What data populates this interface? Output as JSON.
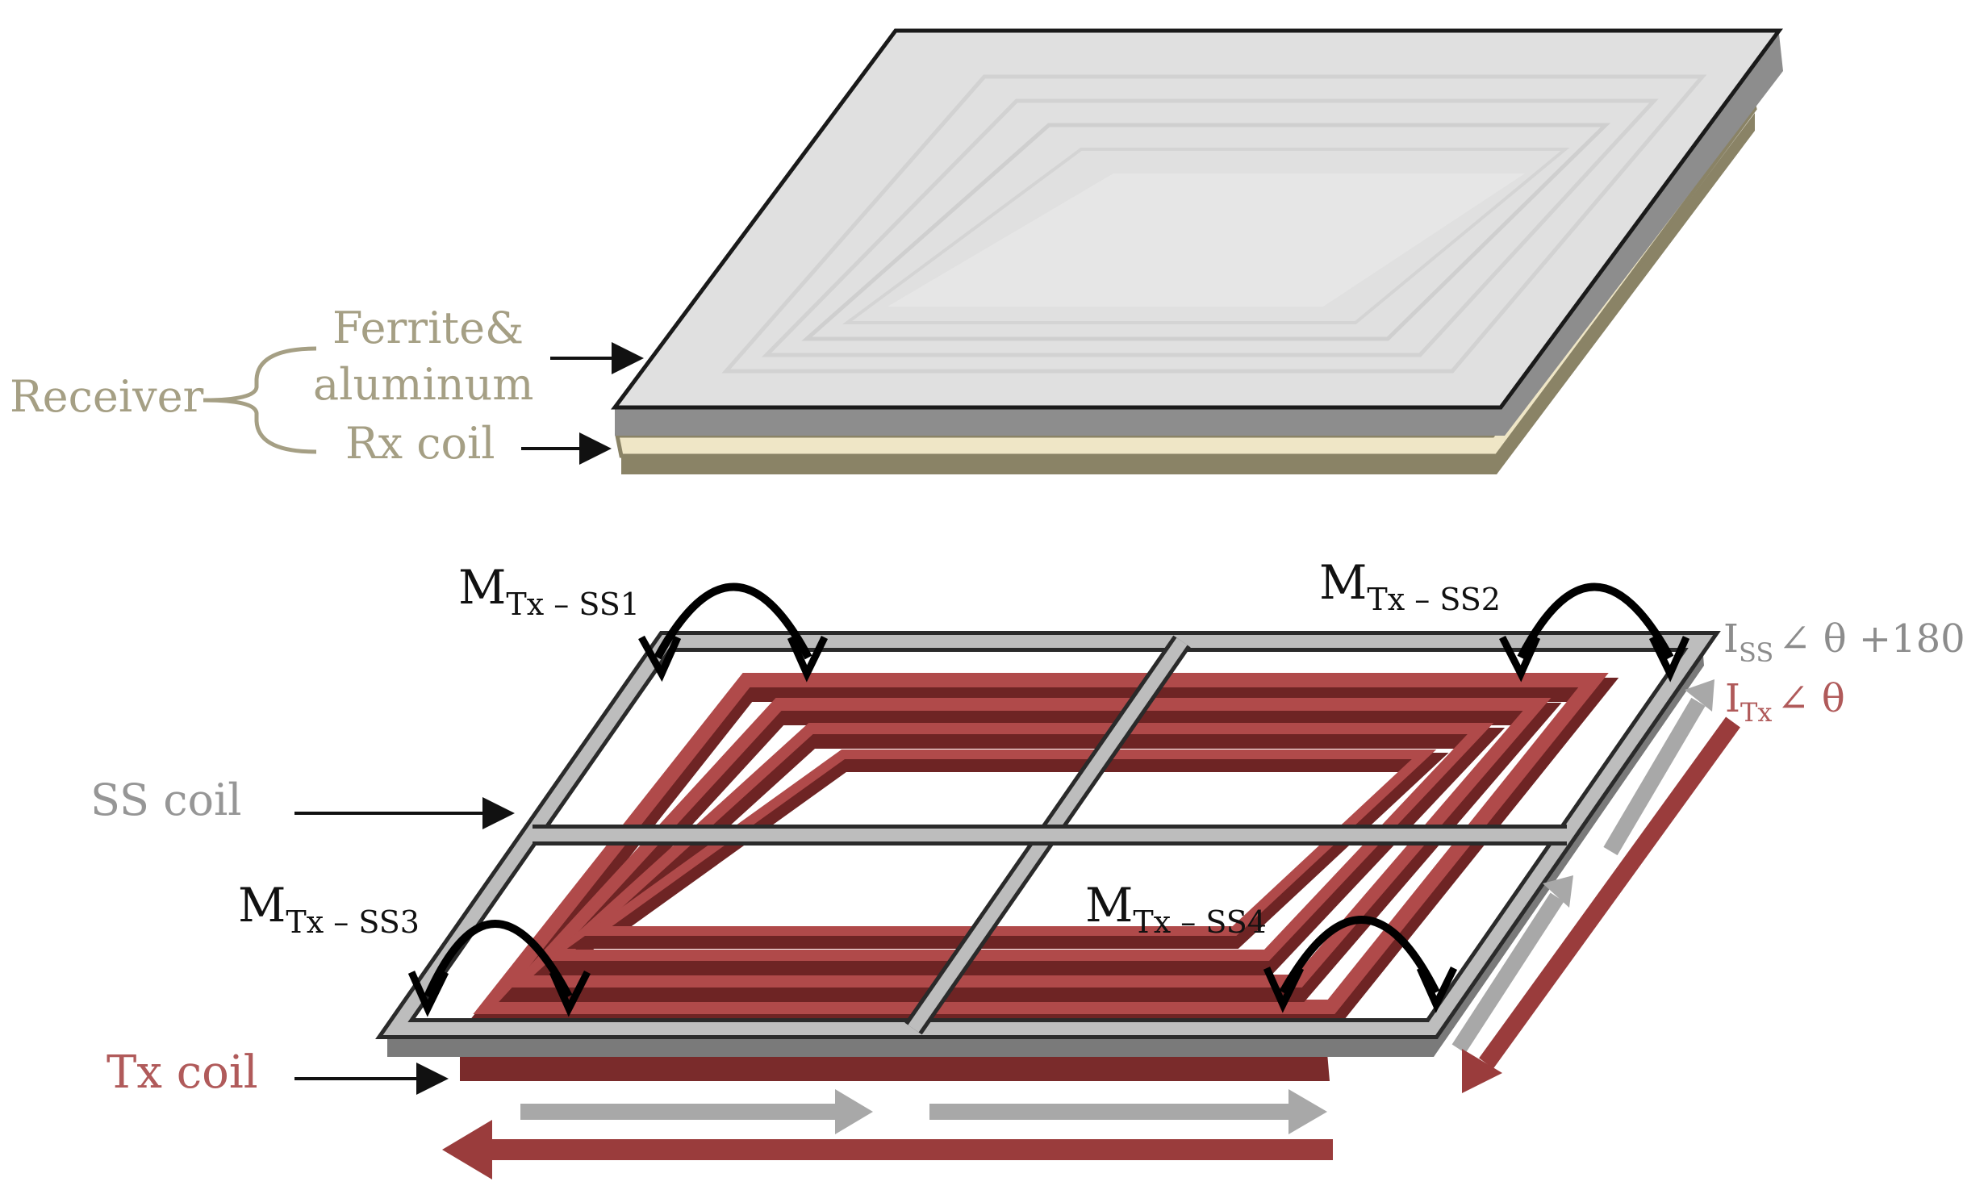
{
  "labels": {
    "receiver": "Receiver",
    "ferrite_line1": "Ferrite&",
    "ferrite_line2": "aluminum",
    "rx_coil": "Rx  coil",
    "ss_coil": "SS  coil",
    "tx_coil": "Tx  coil"
  },
  "mutual": [
    {
      "main": "M",
      "sub": "Tx – SS1"
    },
    {
      "main": "M",
      "sub": "Tx – SS2"
    },
    {
      "main": "M",
      "sub": "Tx – SS3"
    },
    {
      "main": "M",
      "sub": "Tx – SS4"
    }
  ],
  "currents": {
    "iss_main": "I",
    "iss_sub": "SS",
    "iss_rest": "∠ θ +180°",
    "itx_main": "I",
    "itx_sub": "Tx",
    "itx_rest": "∠ θ"
  },
  "colors": {
    "tan": "#a59f84",
    "ss_gray": "#9a9a9a",
    "tx_red": "#8f3535",
    "plate_gray": "#dcdcdc"
  }
}
